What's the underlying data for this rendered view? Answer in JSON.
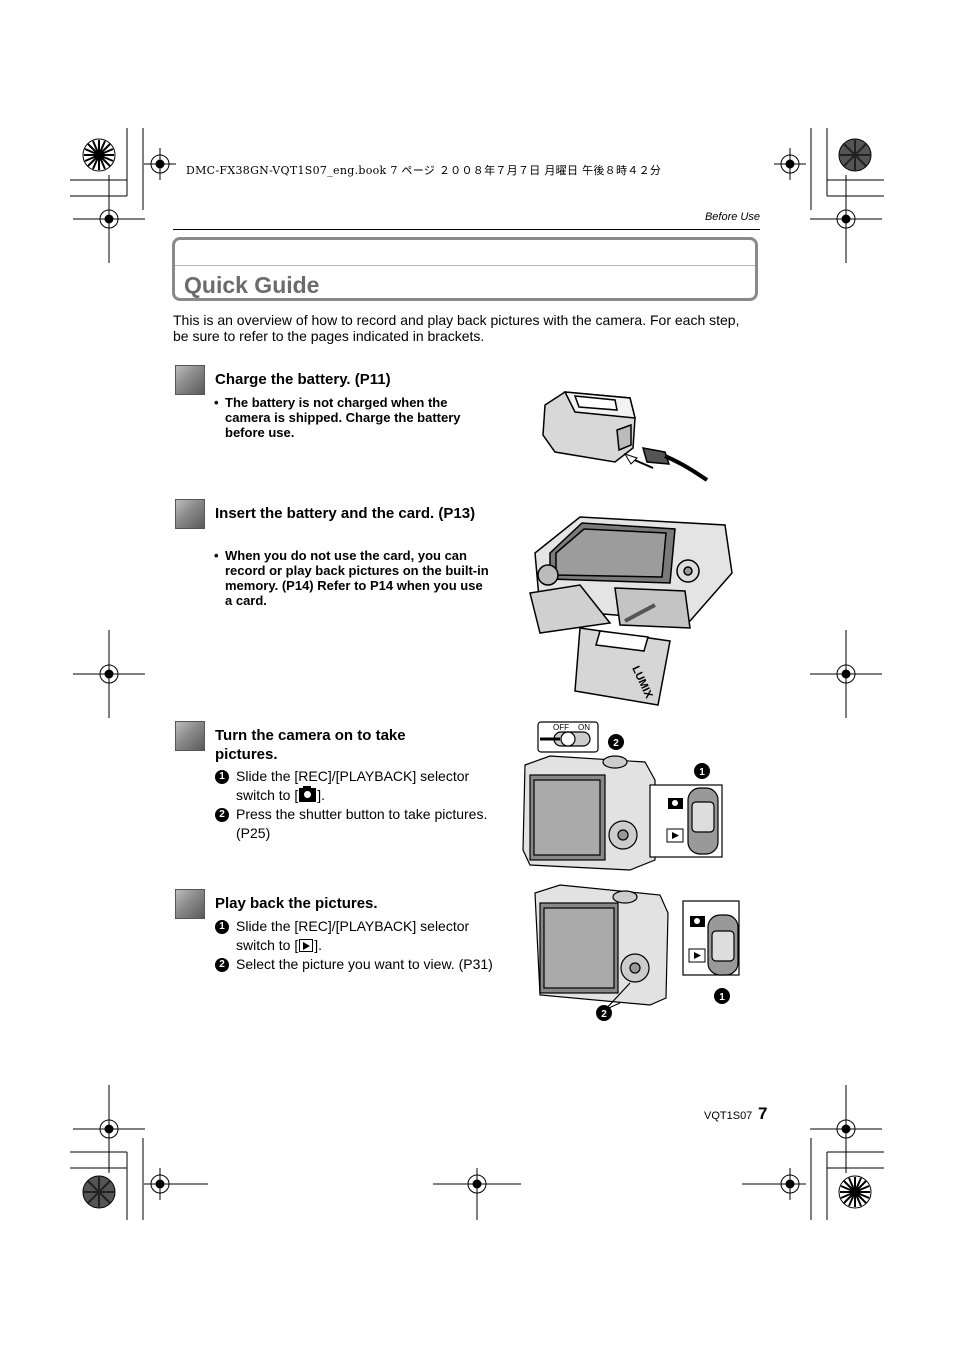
{
  "print_header": "DMC-FX38GN-VQT1S07_eng.book  7 ページ  ２００８年７月７日  月曜日  午後８時４２分",
  "section_label": "Before Use",
  "title": "Quick Guide",
  "intro": "This is an overview of how to record and play back pictures with the camera. For each step, be sure to refer to the pages indicated in brackets.",
  "steps": [
    {
      "title": "Charge the battery. (P11)",
      "note": "The battery is not charged when the camera is shipped. Charge the battery before use."
    },
    {
      "title": "Insert the battery and the card. (P13)",
      "note": "When you do not use the card, you can record or play back pictures on the built-in memory. (P14) Refer to P14 when you use a card."
    },
    {
      "title": "Turn the camera on to take pictures.",
      "items": [
        {
          "num": "1",
          "text_before": "Slide the [REC]/[PLAYBACK] selector switch to [",
          "icon": "camera-icon",
          "text_after": "]."
        },
        {
          "num": "2",
          "text": "Press the shutter button to take pictures. (P25)"
        }
      ]
    },
    {
      "title": "Play back the pictures.",
      "items": [
        {
          "num": "1",
          "text_before": "Slide the [REC]/[PLAYBACK] selector switch to [",
          "icon": "playback-icon",
          "text_after": "]."
        },
        {
          "num": "2",
          "text": "Select the picture you want to view. (P31)"
        }
      ]
    }
  ],
  "figures": {
    "power_switch_off": "OFF",
    "power_switch_on": "ON",
    "battery_brand": "LUMIX",
    "callout_1": "1",
    "callout_2": "2"
  },
  "footer": {
    "code": "VQT1S07",
    "page": "7"
  },
  "colors": {
    "title_gray": "#6b6b6b",
    "box_border": "#8a8a8a"
  }
}
